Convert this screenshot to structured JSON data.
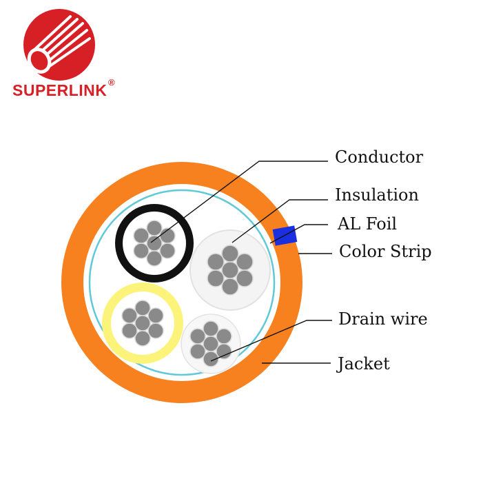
{
  "brand": {
    "name": "SUPERLINK",
    "registered_mark": "®",
    "logo_icon": "cable-bundle-logo-icon",
    "color": "#d71f26"
  },
  "labels": {
    "conductor": "Conductor",
    "insulation": "Insulation",
    "al_foil": "AL Foil",
    "color_strip": "Color Strip",
    "drain_wire": "Drain wire",
    "jacket": "Jacket"
  },
  "colors": {
    "jacket": "#f7801f",
    "foil": "#5fc9d8",
    "color_strip": "#1a2fe0",
    "strand": "#8a8a8a",
    "black_insulation": "#111111",
    "yellow_insulation": "#fbf37a",
    "clear_insulation": "#f2f2f2"
  }
}
